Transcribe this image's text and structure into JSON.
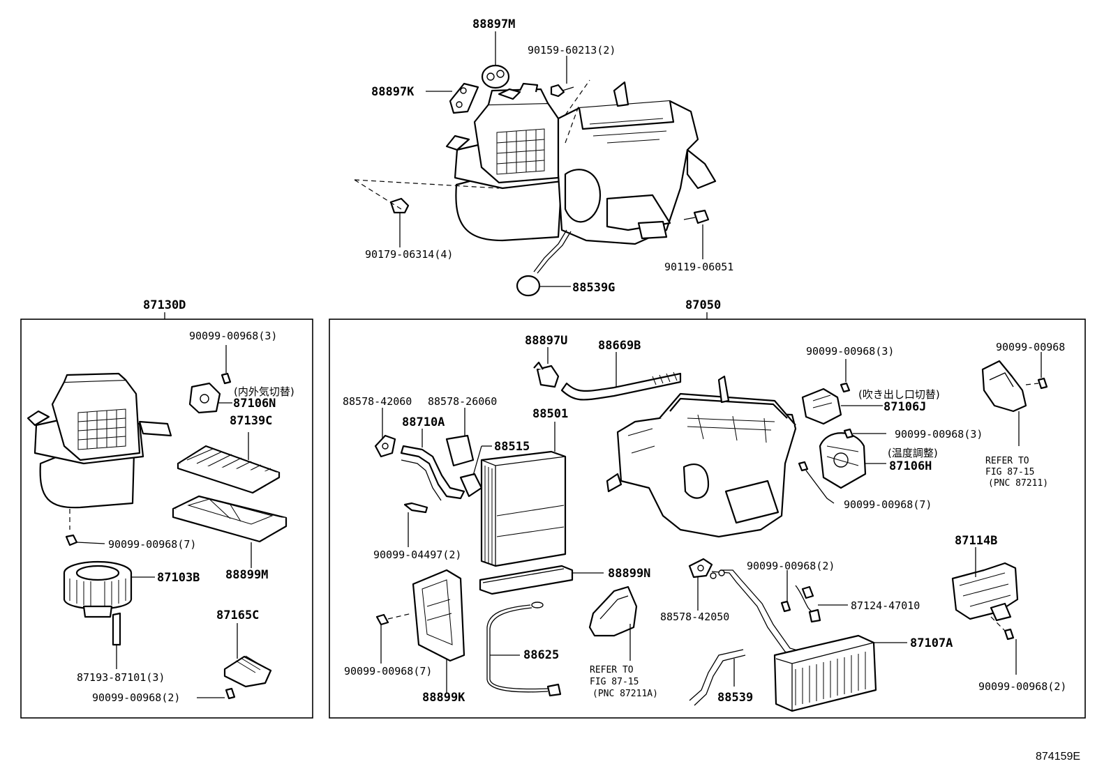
{
  "figure_code": "874159E",
  "assemblies": {
    "left_box_number": "87130D",
    "right_box_number": "87050"
  },
  "top_labels": {
    "p88897M": "88897M",
    "p90159": "90159-60213(2)",
    "p88897K": "88897K",
    "p90179": "90179-06314(4)",
    "p90119": "90119-06051",
    "p88539G": "88539G"
  },
  "left_labels": {
    "p90099_3": "90099-00968(3)",
    "jp_recirc": "(内外気切替)",
    "p87106N": "87106N",
    "p87139C": "87139C",
    "p90099_7": "90099-00968(7)",
    "p88899M": "88899M",
    "p87103B": "87103B",
    "p87165C": "87165C",
    "p87193": "87193-87101(3)",
    "p90099_2": "90099-00968(2)"
  },
  "right_labels": {
    "p88897U": "88897U",
    "p88669B": "88669B",
    "p88578_42060": "88578-42060",
    "p88578_26060": "88578-26060",
    "p88710A": "88710A",
    "p88501": "88501",
    "p88515": "88515",
    "p90099_04497": "90099-04497(2)",
    "p88899N": "88899N",
    "p90099_7b": "90099-00968(7)",
    "p88899K": "88899K",
    "p88625": "88625",
    "refer_a1": "REFER TO",
    "refer_a2": "FIG 87-15",
    "refer_a3": "(PNC 87211A)",
    "p90099_3b": "90099-00968(3)",
    "jp_outlet": "(吹き出し口切替)",
    "p87106J": "87106J",
    "p90099_3c": "90099-00968(3)",
    "jp_temp": "(温度調整)",
    "p87106H": "87106H",
    "p90099_7c": "90099-00968(7)",
    "p90099_single": "90099-00968",
    "refer_b1": "REFER TO",
    "refer_b2": "FIG 87-15",
    "refer_b3": "(PNC 87211)",
    "p87114B": "87114B",
    "p90099_2b": "90099-00968(2)",
    "p87124": "87124-47010",
    "p88578_42050": "88578-42050",
    "p87107A": "87107A",
    "p88539": "88539",
    "p90099_2c": "90099-00968(2)"
  }
}
